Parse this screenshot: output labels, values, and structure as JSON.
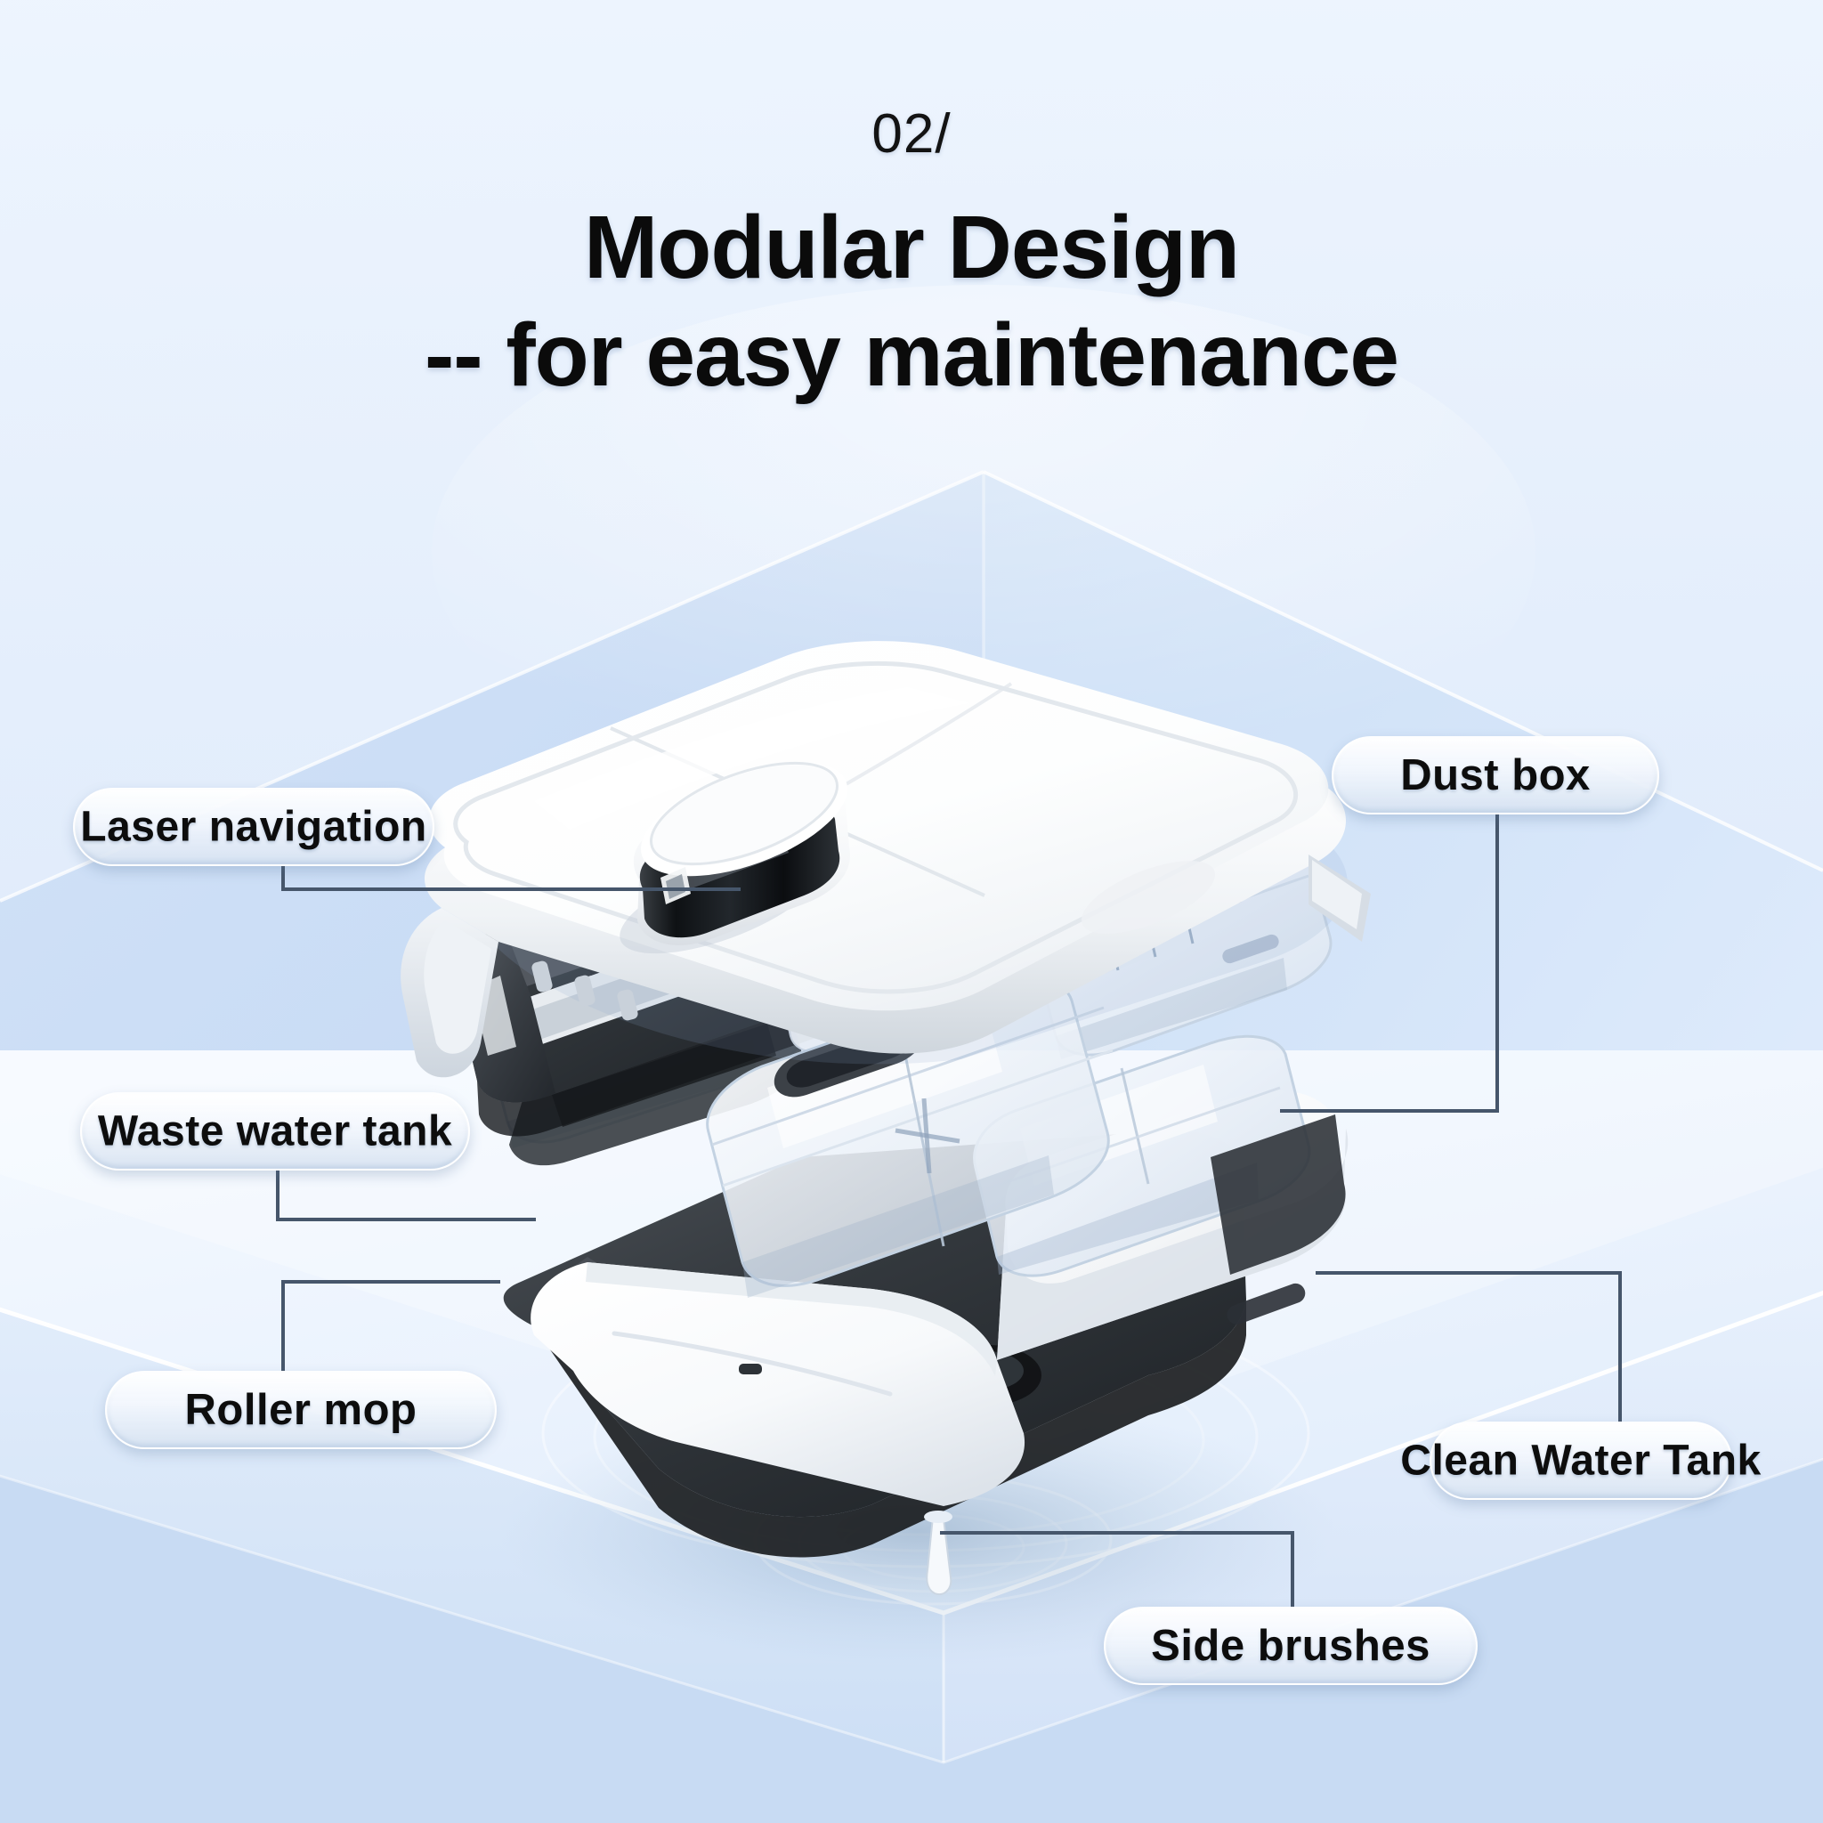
{
  "header": {
    "kicker": "02/",
    "title_line1": "Modular Design",
    "title_line2": "-- for easy maintenance"
  },
  "colors": {
    "background_top": "#e9f2fd",
    "wall_left": "#cfe0f6",
    "wall_right": "#d7e6f9",
    "ceiling": "#e8f1fd",
    "floor_top": "#d3e3f7",
    "floor_front": "#c4d8f1",
    "plinth_top": "#eef5fd",
    "text_primary": "#0b0b0b",
    "leader_line": "#46566b",
    "pill_fill": "#f2f6fc",
    "product_white": "#ffffff",
    "product_dark": "#2f3336"
  },
  "callouts": [
    {
      "id": "laser",
      "label": "Laser navigation",
      "name": "callout-laser-navigation"
    },
    {
      "id": "dust",
      "label": "Dust box",
      "name": "callout-dust-box"
    },
    {
      "id": "waste",
      "label": "Waste water tank",
      "name": "callout-waste-water-tank"
    },
    {
      "id": "roller",
      "label": "Roller mop",
      "name": "callout-roller-mop"
    },
    {
      "id": "clean",
      "label": "Clean Water Tank",
      "name": "callout-clean-water-tank"
    },
    {
      "id": "side",
      "label": "Side brushes",
      "name": "callout-side-brushes"
    }
  ],
  "product": {
    "name": "robot-vacuum-exploded-view",
    "modules": [
      "top-cover-with-lidar",
      "lidar-turret",
      "roller-mop-module",
      "waste-water-tank",
      "dust-box",
      "clean-water-tank",
      "chassis-base",
      "side-brush"
    ]
  }
}
